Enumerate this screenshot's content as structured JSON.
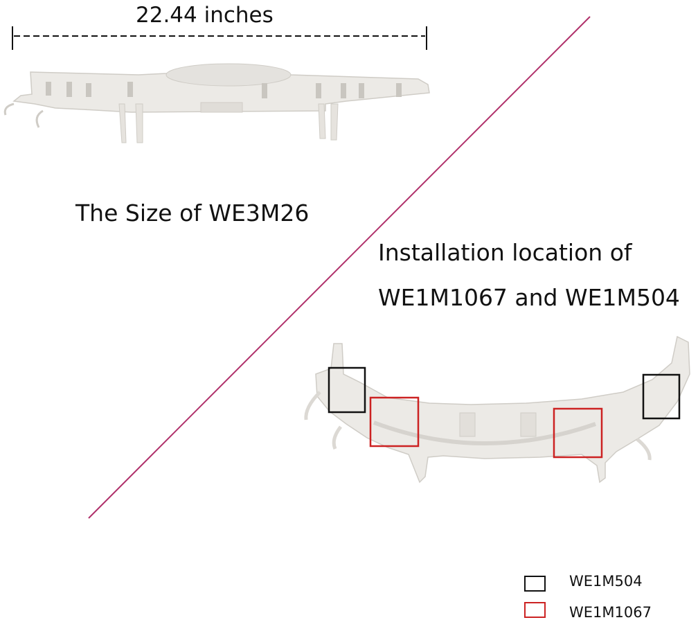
{
  "dimension": {
    "label": "22.44 inches"
  },
  "captions": {
    "size": "The Size of WE3M26",
    "installation_line1": "Installation location of",
    "installation_line2": "WE1M1067 and WE1M504"
  },
  "legend": [
    {
      "label": "WE1M504",
      "color": "#111111"
    },
    {
      "label": "WE1M1067",
      "color": "#cc2222"
    }
  ],
  "colors": {
    "divider": "#b0306a",
    "part_fill": "#eceae6",
    "part_shadow": "#cfccc6",
    "marker_black": "#111111",
    "marker_red": "#cc2222"
  }
}
